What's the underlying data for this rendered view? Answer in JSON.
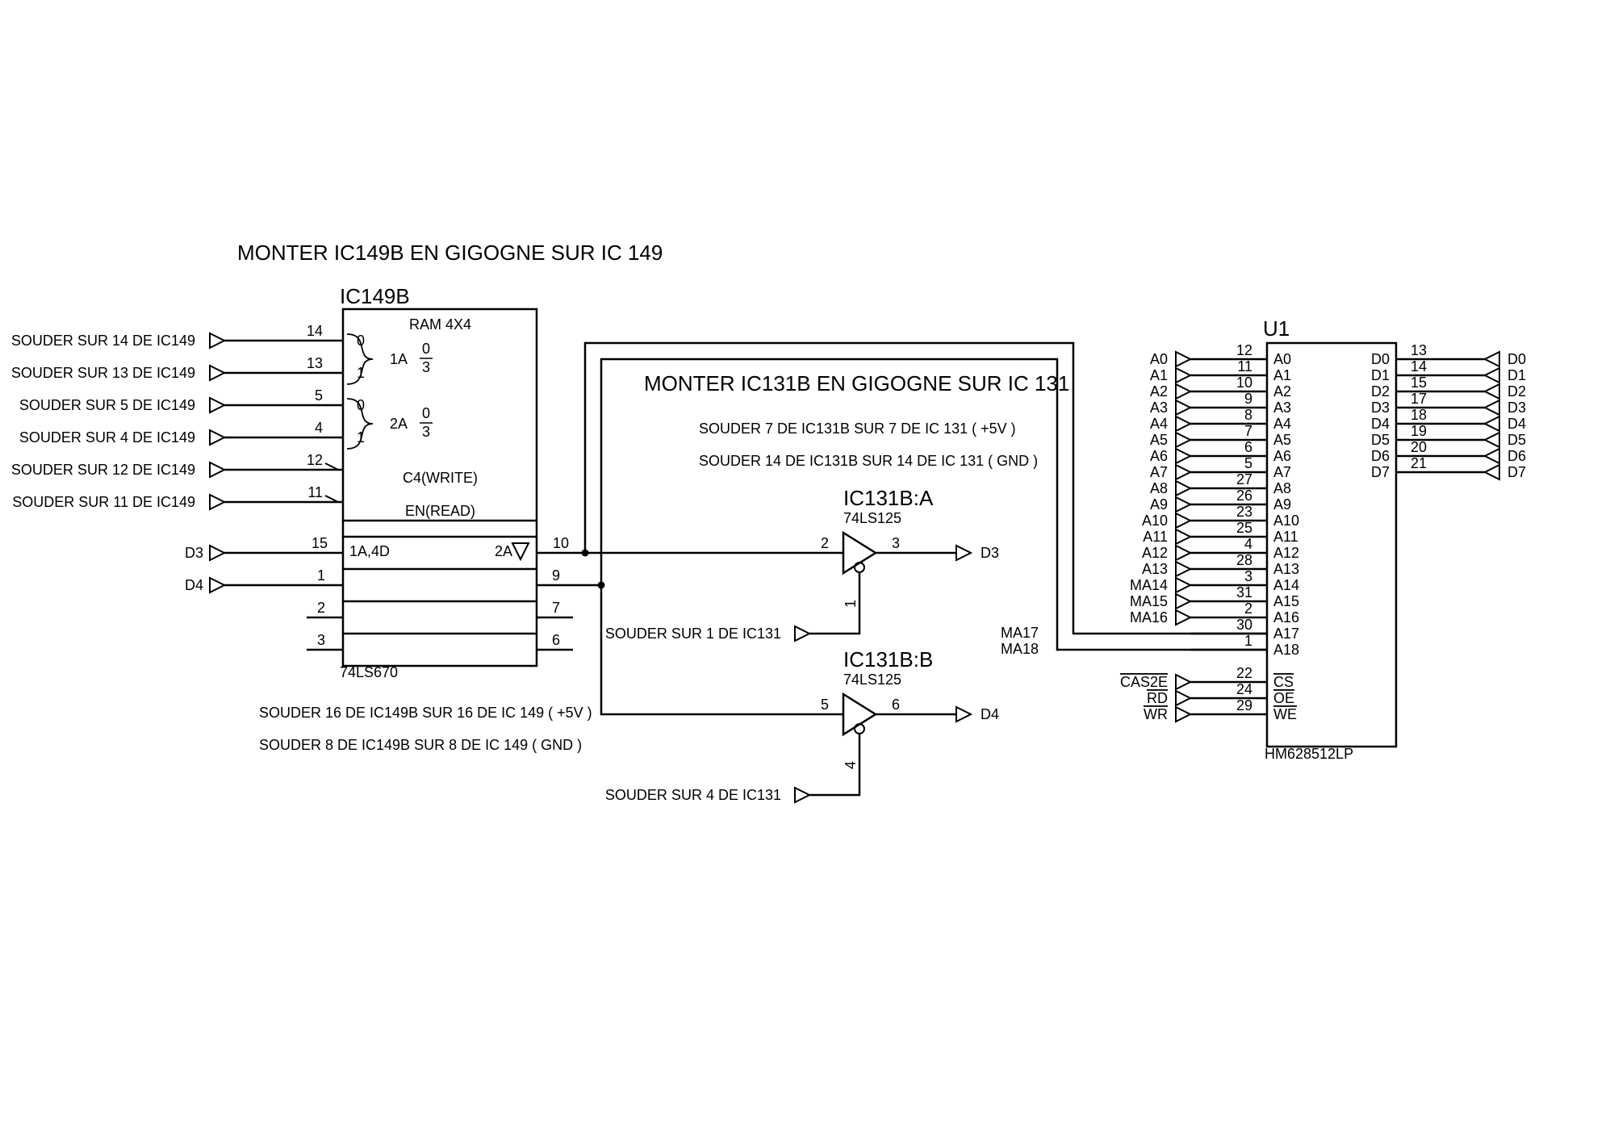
{
  "titles": {
    "ic149": "MONTER IC149B EN GIGOGNE SUR IC 149",
    "ic131": "MONTER IC131B EN GIGOGNE SUR IC 131"
  },
  "ic149b": {
    "ref": "IC149B",
    "part": "74LS670",
    "func": "RAM 4X4",
    "labels": {
      "zero": "0",
      "one": "1",
      "a1": "1A",
      "a2": "2A",
      "num": "0",
      "den": "3",
      "write": "C4(WRITE)",
      "read": "EN(READ)",
      "row1_left": "1A,4D",
      "row1_right": "2A"
    },
    "inputs": [
      {
        "pin": "14",
        "label": "SOUDER SUR 14 DE IC149"
      },
      {
        "pin": "13",
        "label": "SOUDER SUR 13 DE IC149"
      },
      {
        "pin": "5",
        "label": "SOUDER SUR  5 DE IC149"
      },
      {
        "pin": "4",
        "label": "SOUDER SUR  4 DE IC149"
      },
      {
        "pin": "12",
        "label": "SOUDER SUR 12 DE IC149"
      },
      {
        "pin": "11",
        "label": "SOUDER SUR 11 DE IC149"
      }
    ],
    "data_inputs": [
      {
        "pin": "15",
        "label": "D3"
      },
      {
        "pin": "1",
        "label": "D4"
      }
    ],
    "unused_pins": [
      "2",
      "3"
    ],
    "outputs": [
      "10",
      "9",
      "7",
      "6"
    ],
    "notes": [
      "SOUDER 16 DE IC149B SUR 16 DE IC 149 ( +5V )",
      "SOUDER  8 DE IC149B SUR  8 DE IC 149 ( GND )"
    ]
  },
  "ic131": {
    "notes": [
      "SOUDER  7 DE IC131B SUR  7 DE IC 131 ( +5V )",
      "SOUDER 14 DE IC131B SUR 14 DE IC 131 ( GND )"
    ],
    "gate_a": {
      "ref": "IC131B:A",
      "part": "74LS125",
      "in_pin": "2",
      "out_pin": "3",
      "en_pin": "1",
      "out_label": "D3",
      "en_label": "SOUDER SUR 1 DE  IC131"
    },
    "gate_b": {
      "ref": "IC131B:B",
      "part": "74LS125",
      "in_pin": "5",
      "out_pin": "6",
      "en_pin": "4",
      "out_label": "D4",
      "en_label": "SOUDER SUR 4 DE IC131"
    }
  },
  "u1": {
    "ref": "U1",
    "part": "HM628512LP",
    "addr": [
      {
        "pin": "12",
        "net": "A0",
        "name": "A0"
      },
      {
        "pin": "11",
        "net": "A1",
        "name": "A1"
      },
      {
        "pin": "10",
        "net": "A2",
        "name": "A2"
      },
      {
        "pin": "9",
        "net": "A3",
        "name": "A3"
      },
      {
        "pin": "8",
        "net": "A4",
        "name": "A4"
      },
      {
        "pin": "7",
        "net": "A5",
        "name": "A5"
      },
      {
        "pin": "6",
        "net": "A6",
        "name": "A6"
      },
      {
        "pin": "5",
        "net": "A7",
        "name": "A7"
      },
      {
        "pin": "27",
        "net": "A8",
        "name": "A8"
      },
      {
        "pin": "26",
        "net": "A9",
        "name": "A9"
      },
      {
        "pin": "23",
        "net": "A10",
        "name": "A10"
      },
      {
        "pin": "25",
        "net": "A11",
        "name": "A11"
      },
      {
        "pin": "4",
        "net": "A12",
        "name": "A12"
      },
      {
        "pin": "28",
        "net": "A13",
        "name": "A13"
      },
      {
        "pin": "3",
        "net": "MA14",
        "name": "A14"
      },
      {
        "pin": "31",
        "net": "MA15",
        "name": "A15"
      },
      {
        "pin": "2",
        "net": "MA16",
        "name": "A16"
      },
      {
        "pin": "30",
        "net": "MA17",
        "name": "A17"
      },
      {
        "pin": "1",
        "net": "MA18",
        "name": "A18"
      }
    ],
    "ctrl": [
      {
        "pin": "22",
        "net": "CAS2E",
        "name": "CS"
      },
      {
        "pin": "24",
        "net": "RD",
        "name": "OE"
      },
      {
        "pin": "29",
        "net": "WR",
        "name": "WE"
      }
    ],
    "data": [
      {
        "pin": "13",
        "net": "D0",
        "name": "D0"
      },
      {
        "pin": "14",
        "net": "D1",
        "name": "D1"
      },
      {
        "pin": "15",
        "net": "D2",
        "name": "D2"
      },
      {
        "pin": "17",
        "net": "D3",
        "name": "D3"
      },
      {
        "pin": "18",
        "net": "D4",
        "name": "D4"
      },
      {
        "pin": "19",
        "net": "D5",
        "name": "D5"
      },
      {
        "pin": "20",
        "net": "D6",
        "name": "D6"
      },
      {
        "pin": "21",
        "net": "D7",
        "name": "D7"
      }
    ]
  }
}
